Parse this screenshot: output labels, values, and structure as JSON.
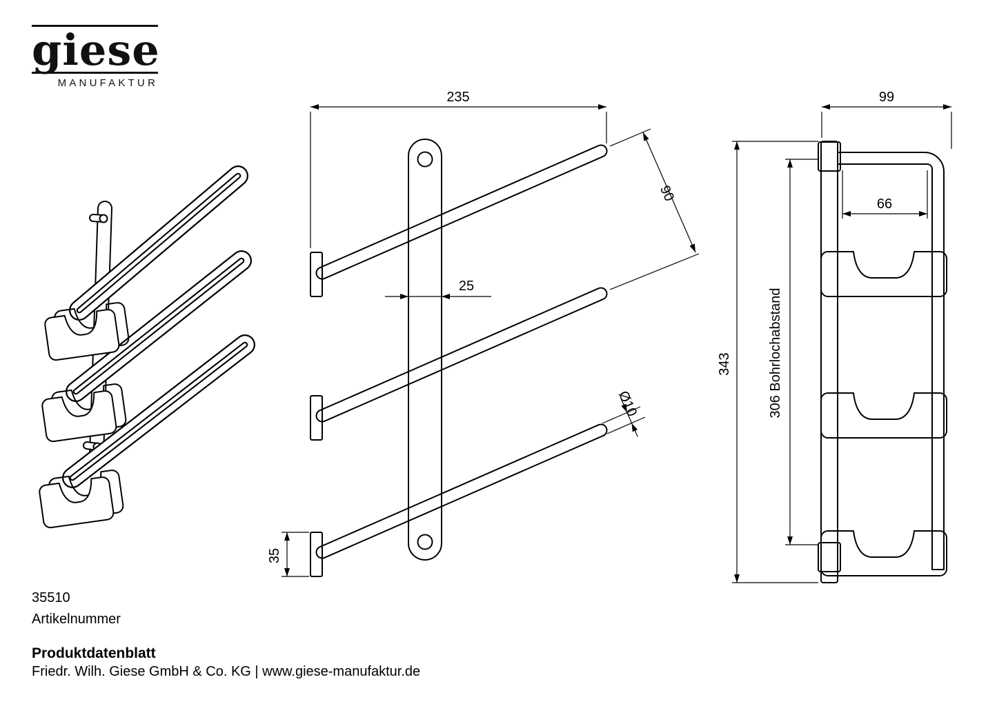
{
  "logo": {
    "wordmark": "giese",
    "subtitle": "MANUFAKTUR"
  },
  "article": {
    "number": "35510",
    "label": "Artikelnummer"
  },
  "footer": {
    "title": "Produktdatenblatt",
    "company": "Friedr. Wilh. Giese GmbH & Co. KG | www.giese-manufaktur.de"
  },
  "dimensions": {
    "front_view": {
      "arm_length": "235",
      "arm_offset": "90",
      "plate_width": "25",
      "bar_diameter": "Ø10",
      "bracket_height": "35"
    },
    "side_view": {
      "depth": "99",
      "inner_width": "66",
      "total_height": "343",
      "hole_spacing": "306  Bohrlochabstand"
    }
  },
  "colors": {
    "line": "#000000",
    "background": "#ffffff"
  }
}
